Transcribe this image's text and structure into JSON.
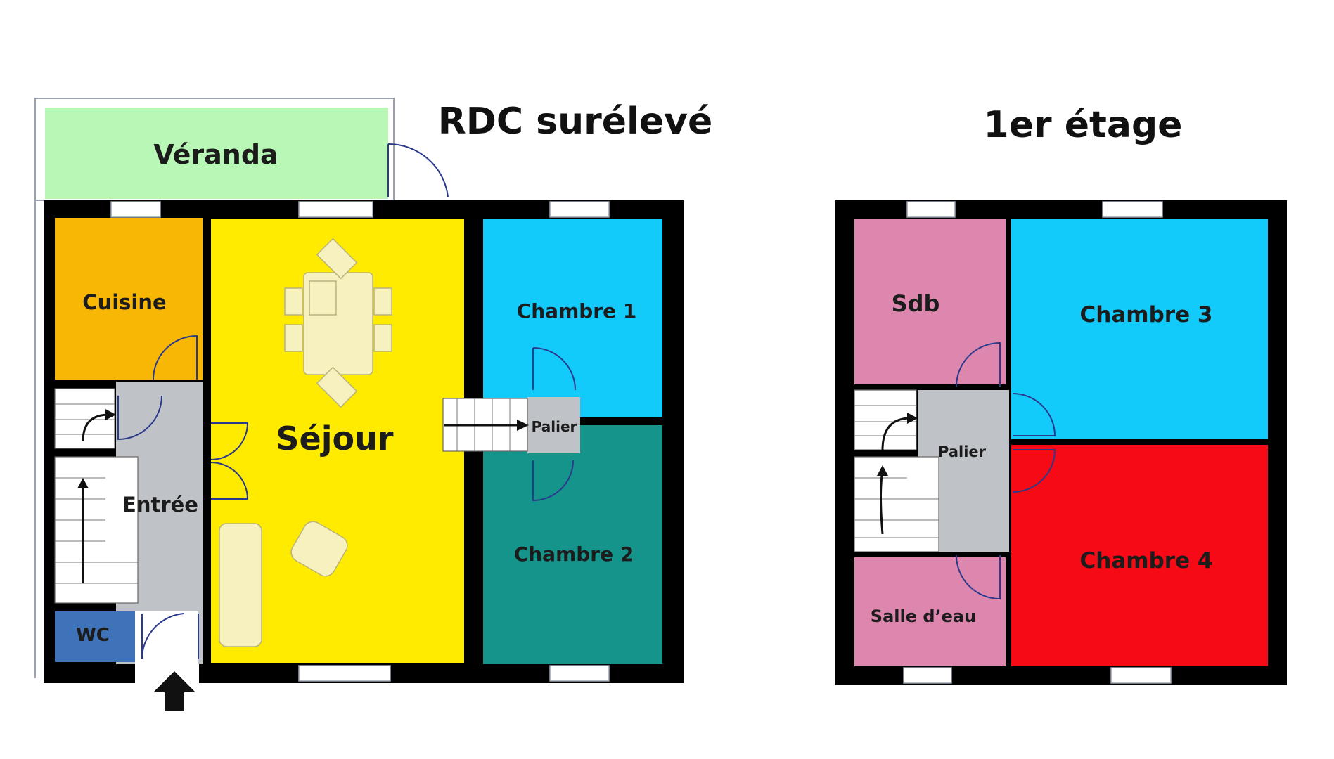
{
  "titles": {
    "ground": "RDC surélevé",
    "first": "1er étage"
  },
  "rooms": {
    "veranda": {
      "label": "Véranda",
      "color": "#b8f7b6"
    },
    "cuisine": {
      "label": "Cuisine",
      "color": "#f8b705"
    },
    "sejour": {
      "label": "Séjour",
      "color": "#ffeb00"
    },
    "chambre1": {
      "label": "Chambre 1",
      "color": "#12cbfb"
    },
    "chambre2": {
      "label": "Chambre 2",
      "color": "#14948a"
    },
    "entree": {
      "label": "Entrée",
      "color": "#bfc2c6"
    },
    "palier_rdc": {
      "label": "Palier",
      "color": "#bfc2c6"
    },
    "wc": {
      "label": "WC",
      "color": "#3e73b9"
    },
    "sdb": {
      "label": "Sdb",
      "color": "#de87ae"
    },
    "chambre3": {
      "label": "Chambre 3",
      "color": "#12cbfb"
    },
    "palier_1": {
      "label": "Palier",
      "color": "#bfc2c6"
    },
    "chambre4": {
      "label": "Chambre 4",
      "color": "#f50a15"
    },
    "salle_eau": {
      "label": "Salle d’eau",
      "color": "#de87ae"
    }
  },
  "colors": {
    "wall": "#000000",
    "arrow": "#111111"
  }
}
